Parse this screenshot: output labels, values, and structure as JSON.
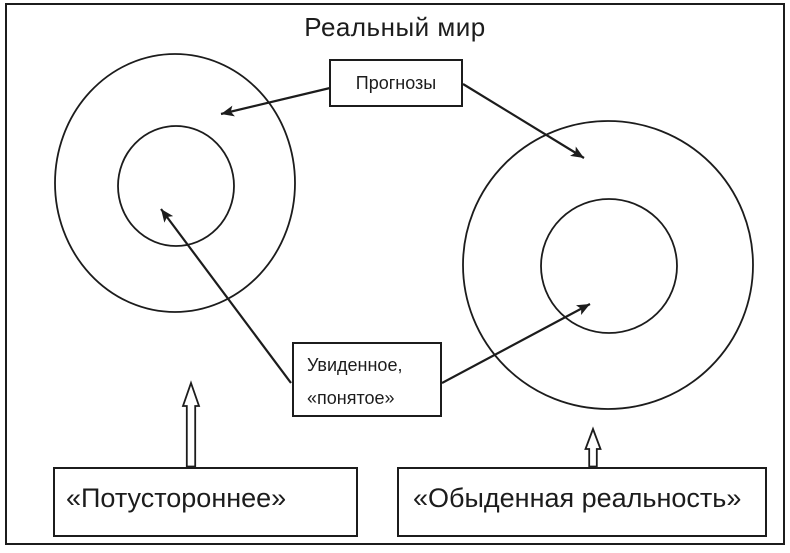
{
  "diagram": {
    "title": "Реальный мир",
    "colors": {
      "ink": "#1c1c1c",
      "background": "#ffffff"
    },
    "nodes": {
      "forecasts": {
        "label": "Прогнозы"
      },
      "seen_understood": {
        "line1": "Увиденное,",
        "line2": "«понятое»"
      },
      "otherworldly": {
        "label": "«Потустороннее»"
      },
      "ordinary_reality": {
        "label": "«Обыденная реальность»"
      }
    },
    "edges": [
      {
        "from": "Прогнозы",
        "to": "левый внешний круг",
        "style": "line-arrow"
      },
      {
        "from": "Прогнозы",
        "to": "правый внешний круг",
        "style": "line-arrow"
      },
      {
        "from": "Увиденное, «понятое»",
        "to": "левый внутренний круг",
        "style": "line-arrow"
      },
      {
        "from": "Увиденное, «понятое»",
        "to": "правый внутренний круг",
        "style": "line-arrow"
      },
      {
        "from": "«Потустороннее»",
        "to": "левые круги",
        "style": "block-arrow-up"
      },
      {
        "from": "«Обыденная реальность»",
        "to": "правые круги",
        "style": "block-arrow-up"
      }
    ]
  }
}
